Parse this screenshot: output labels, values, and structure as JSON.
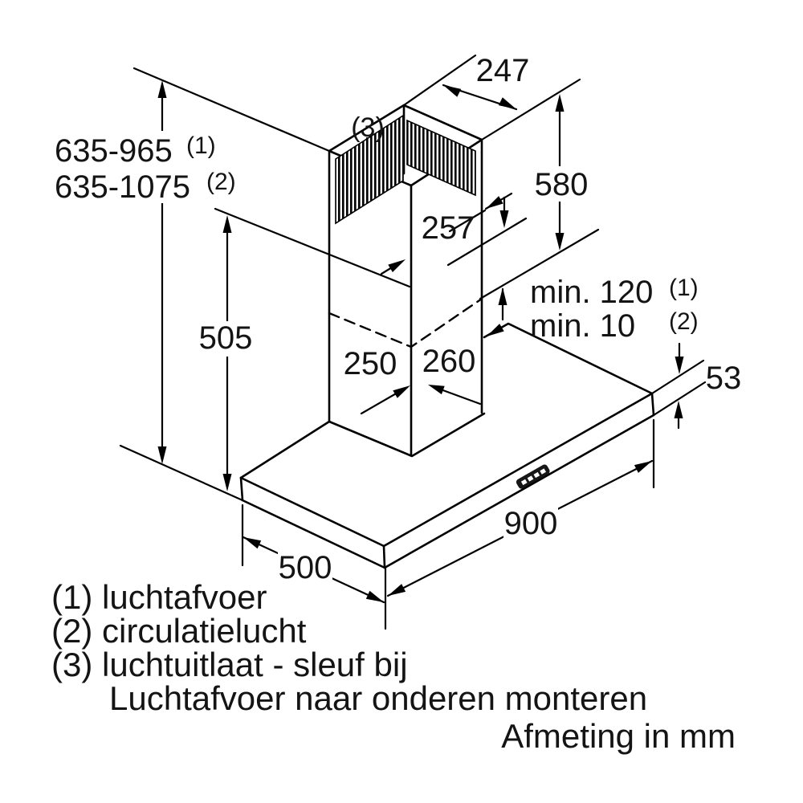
{
  "diagram": {
    "dims": {
      "top_width": "247",
      "right_height": "580",
      "slot_offset": "257",
      "min_clearance_duct": "min. 120",
      "min_clearance_recirc": "min. 10",
      "height_range_duct": "635-965",
      "height_range_recirc": "635-1075",
      "lower_section_height": "505",
      "duct_depth": "250",
      "duct_width": "260",
      "canopy_thickness": "53",
      "canopy_width": "900",
      "canopy_depth": "500"
    },
    "refs": {
      "r1": "(1)",
      "r2": "(2)",
      "r3": "(3)"
    },
    "legend": {
      "line1": "(1) luchtafvoer",
      "line2": "(2) circulatielucht",
      "line3": "(3) luchtuitlaat - sleuf bij",
      "line4": "Luchtafvoer naar onderen monteren",
      "footer": "Afmeting in mm"
    },
    "colors": {
      "line": "#000000",
      "text": "#141414",
      "background": "#ffffff"
    }
  }
}
